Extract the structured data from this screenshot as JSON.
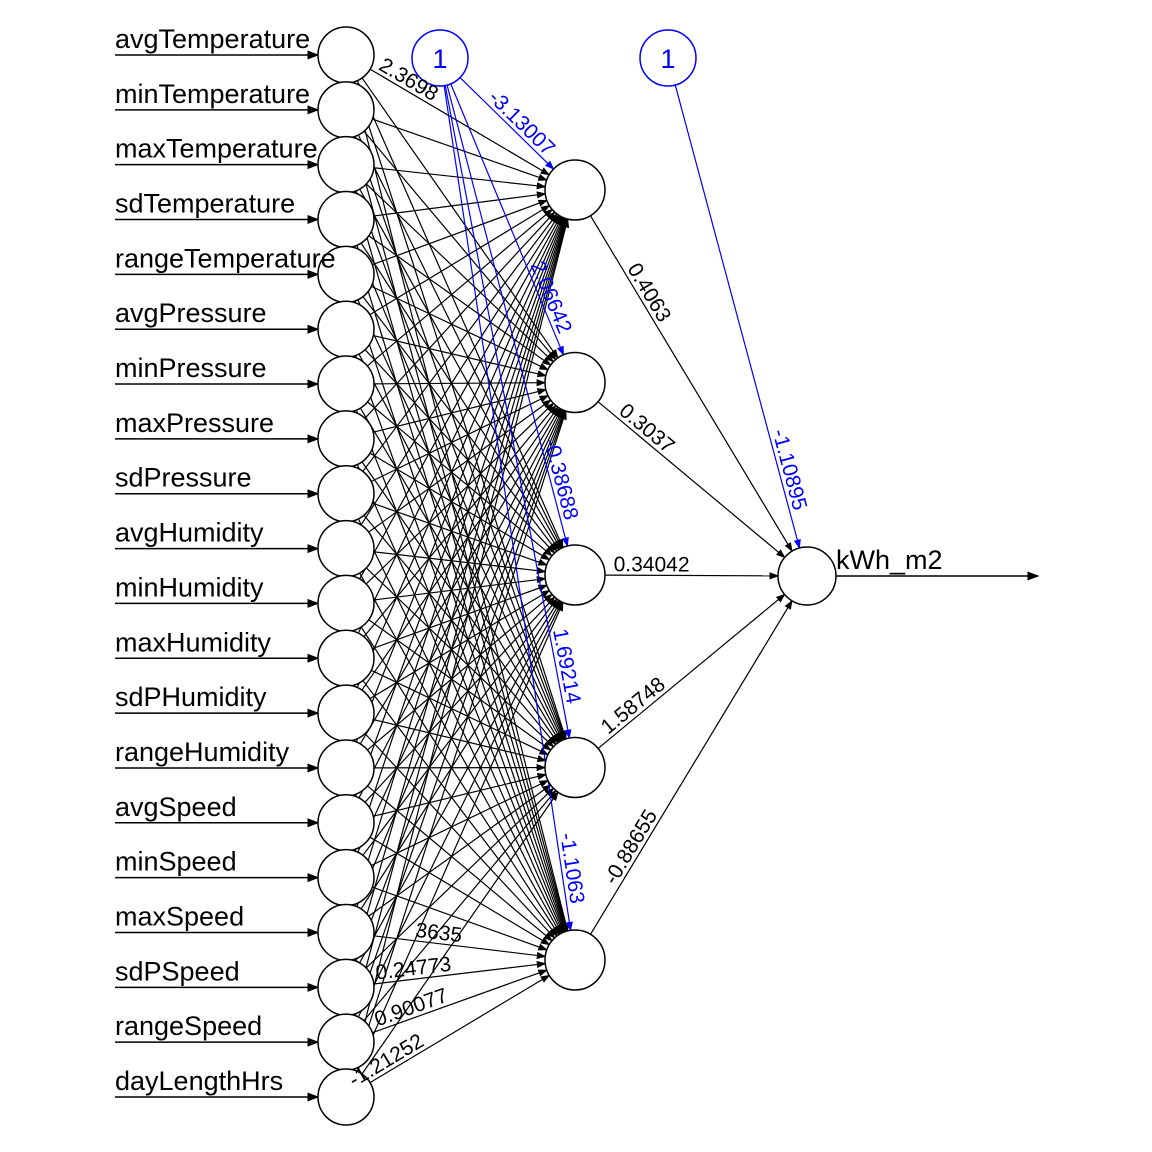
{
  "inputs": [
    "avgTemperature",
    "minTemperature",
    "maxTemperature",
    "sdTemperature",
    "rangeTemperature",
    "avgPressure",
    "minPressure",
    "maxPressure",
    "sdPressure",
    "avgHumidity",
    "minHumidity",
    "maxHumidity",
    "sdPHumidity",
    "rangeHumidity",
    "avgSpeed",
    "minSpeed",
    "maxSpeed",
    "sdPSpeed",
    "rangeSpeed",
    "dayLengthHrs"
  ],
  "hidden_count": 5,
  "output": "kWh_m2",
  "bias_label": "1",
  "bias_hidden_weights": [
    "-3.13007",
    "2.06642",
    "-0.38688",
    "1.69214",
    "-1.1063"
  ],
  "bias_output_weight": "-1.10895",
  "hidden_output_weights": [
    "0.4063",
    "0.3037",
    "0.34042",
    "1.58748",
    "-0.88655"
  ],
  "visible_input_weights": {
    "first_to_h1": "2.3698",
    "last_to_h5": "-1.21252",
    "rangeSpeed_to_h5": "0.90077",
    "sdPSpeed_to_h5": "0.24773",
    "maxSpeed_to_h5": "3635"
  },
  "colors": {
    "edge": "#000000",
    "bias": "#0000ff"
  }
}
